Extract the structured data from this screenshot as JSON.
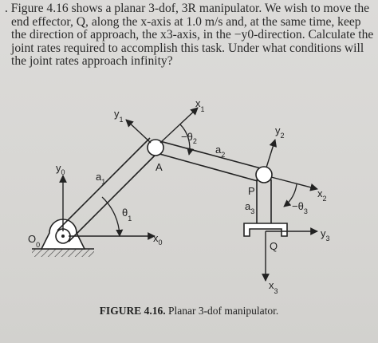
{
  "problem": {
    "lines": [
      ". Figure 4.16 shows a planar 3-dof, 3R manipulator. We wish to move the",
      "end effector, Q, along the x-axis at 1.0 m/s and, at the same time, keep",
      "the direction of approach, the x3-axis, in the −y0-direction. Calculate the",
      "joint rates required to accomplish this task. Under what conditions will",
      "the joint rates approach infinity?"
    ]
  },
  "figure": {
    "labels": {
      "y0": "y",
      "y0_sub": "0",
      "x0": "x",
      "x0_sub": "0",
      "O0": "O",
      "O0_sub": "0",
      "a1": "a",
      "a1_sub": "1",
      "theta1": "θ",
      "theta1_sub": "1",
      "A": "A",
      "y1": "y",
      "y1_sub": "1",
      "x1": "x",
      "x1_sub": "1",
      "neg_theta2": "−θ",
      "neg_theta2_sub": "2",
      "a2": "a",
      "a2_sub": "2",
      "y2": "y",
      "y2_sub": "2",
      "x2": "x",
      "x2_sub": "2",
      "P": "P",
      "neg_theta3": "−θ",
      "neg_theta3_sub": "3",
      "a3": "a",
      "a3_sub": "3",
      "y3": "y",
      "y3_sub": "3",
      "Q": "Q",
      "x3": "x",
      "x3_sub": "3"
    }
  },
  "caption": {
    "label": "FIGURE 4.16.",
    "text": "Planar 3-dof manipulator."
  }
}
